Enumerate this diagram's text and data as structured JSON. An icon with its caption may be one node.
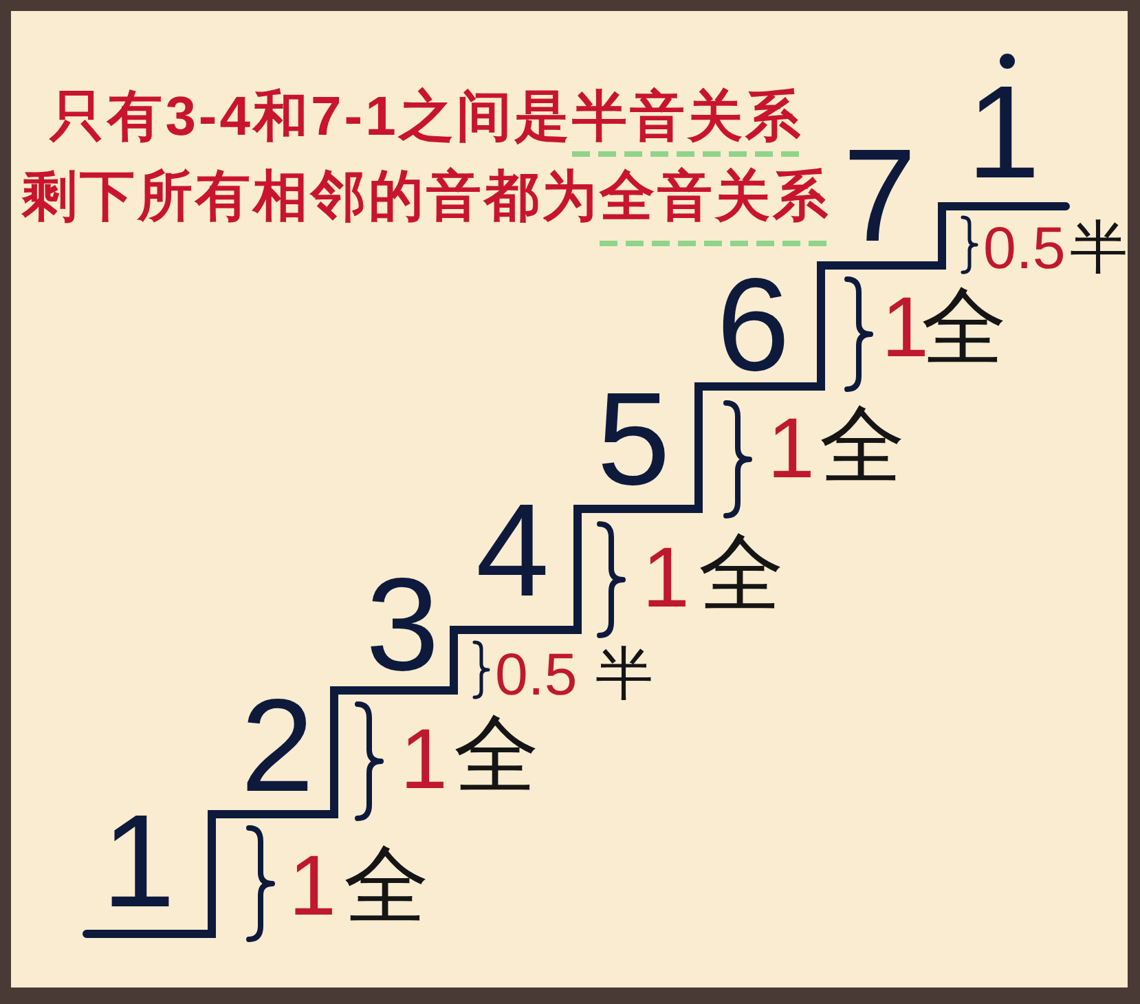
{
  "diagram": {
    "labels": [
      "只有3-4和7-1之间是",
      "半音关系",
      "剩下所有相邻的音都为",
      "全音关系",
      "1",
      "1",
      "全",
      "2",
      "1",
      "全",
      "3",
      "0.5",
      "半",
      "4",
      "1",
      "全",
      "5",
      "1",
      "全",
      "6",
      "1",
      "全",
      "7",
      "0.5",
      "半",
      "1"
    ]
  }
}
